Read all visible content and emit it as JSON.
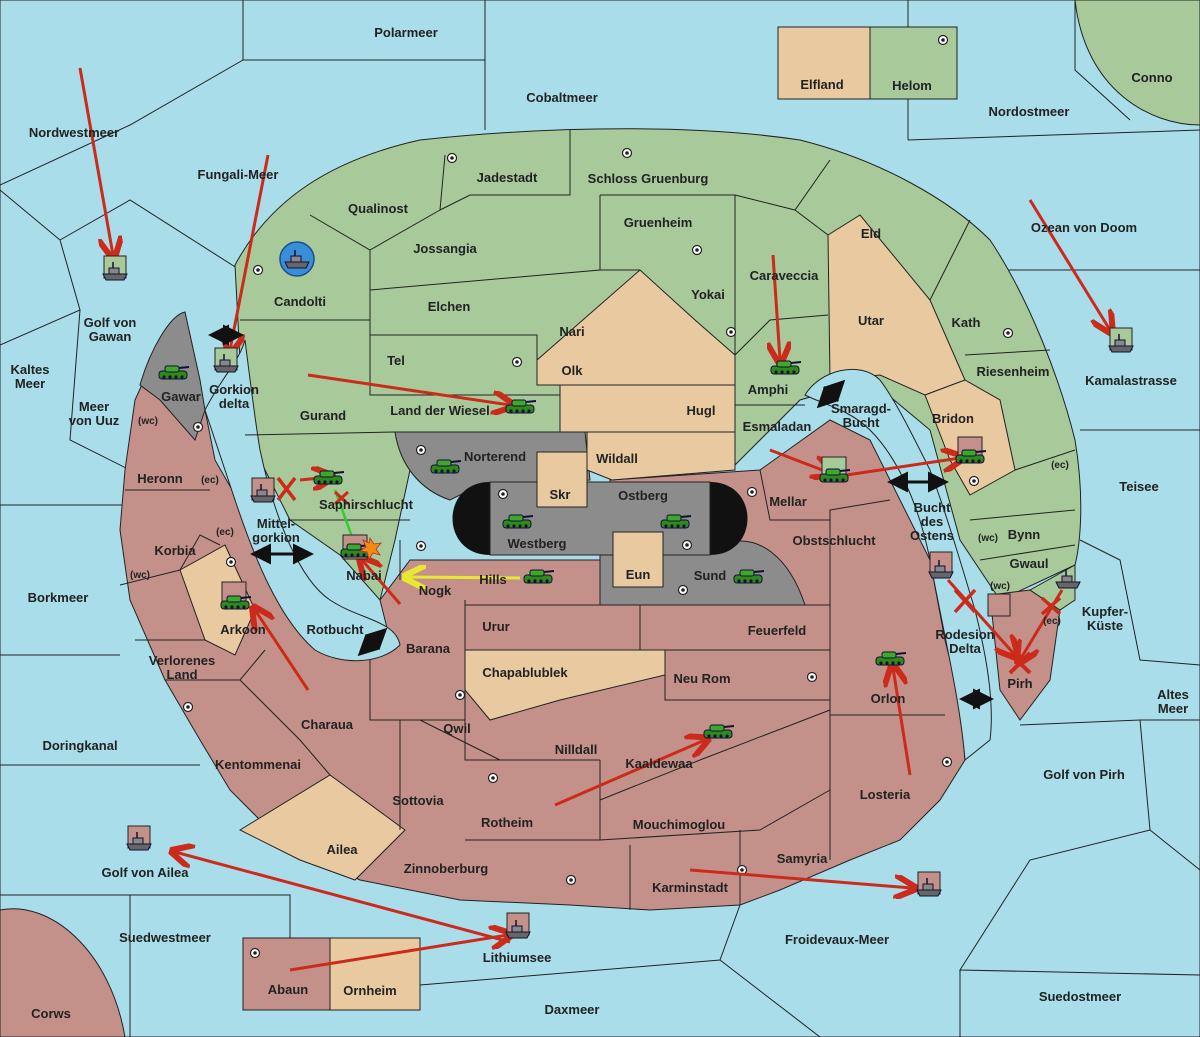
{
  "colors": {
    "sea": "#a8dde9",
    "green_power": "#a8c99a",
    "red_power": "#c4918a",
    "neutral": "#e8c9a0",
    "impassable": "#8c8c8c",
    "order_arrow": "#cc2a1a",
    "support_line": "#33cc33",
    "convoy_line": "#e8e833"
  },
  "seas": {
    "polarmeer": "Polarmeer",
    "cobaltmeer": "Cobaltmeer",
    "nordwestmeer": "Nordwestmeer",
    "fungali_meer": "Fungali-Meer",
    "nordostmeer": "Nordostmeer",
    "conno": "Conno",
    "ozean_von_doom": "Ozean von Doom",
    "golf_von_gawan_1": "Golf von",
    "golf_von_gawan_2": "Gawan",
    "kaltes_meer_1": "Kaltes",
    "kaltes_meer_2": "Meer",
    "meer_von_uuz_1": "Meer",
    "meer_von_uuz_2": "von Uuz",
    "kamalastrasse": "Kamalastrasse",
    "teisee": "Teisee",
    "borkmeer": "Borkmeer",
    "doringkanal": "Doringkanal",
    "altes_meer_1": "Altes",
    "altes_meer_2": "Meer",
    "golf_von_pirh": "Golf von Pirh",
    "golf_von_ailea": "Golf von Ailea",
    "suedwestmeer": "Suedwestmeer",
    "lithiumsee": "Lithiumsee",
    "froidevaux_meer": "Froidevaux-Meer",
    "suedostmeer": "Suedostmeer",
    "daxmeer": "Daxmeer",
    "corws": "Corws",
    "smaragd_bucht_1": "Smaragd-",
    "smaragd_bucht_2": "Bucht",
    "bucht_des_ostens_1": "Bucht",
    "bucht_des_ostens_2": "des",
    "bucht_des_ostens_3": "Ostens",
    "rotbucht": "Rotbucht",
    "mittelgorkion_1": "Mittel-",
    "mittelgorkion_2": "gorkion"
  },
  "lands": {
    "elfland": "Elfland",
    "helom": "Helom",
    "jadestadt": "Jadestadt",
    "schloss_gruenburg": "Schloss Gruenburg",
    "qualinost": "Qualinost",
    "jossangia": "Jossangia",
    "gruenheim": "Gruenheim",
    "eld": "Eld",
    "candolti": "Candolti",
    "elchen": "Elchen",
    "nari": "Nari",
    "yokai": "Yokai",
    "caraveccia": "Caraveccia",
    "utar": "Utar",
    "kath": "Kath",
    "tel": "Tel",
    "olk": "Olk",
    "gurand": "Gurand",
    "land_der_wiesel": "Land der Wiesel",
    "hugl": "Hugl",
    "amphi": "Amphi",
    "riesenheim": "Riesenheim",
    "esmaladan": "Esmaladan",
    "bridon": "Bridon",
    "gawar": "Gawar",
    "gorkion_delta_1": "Gorkion",
    "gorkion_delta_2": "delta",
    "norterend": "Norterend",
    "wildall": "Wildall",
    "skr": "Skr",
    "ostberg": "Ostberg",
    "mellar": "Mellar",
    "heronn": "Heronn",
    "saphirschlucht": "Saphirschlucht",
    "westberg": "Westberg",
    "obstschlucht": "Obstschlucht",
    "korbia": "Korbia",
    "nabai": "Nabai",
    "eun": "Eun",
    "bynn": "Bynn",
    "hills": "Hills",
    "sund": "Sund",
    "gwaul": "Gwaul",
    "nogk": "Nogk",
    "kupferkueste_1": "Kupfer-",
    "kupferkueste_2": "Küste",
    "arkoon": "Arkoon",
    "urur": "Urur",
    "feuerfeld": "Feuerfeld",
    "rodesion_delta_1": "Rodesion",
    "rodesion_delta_2": "Delta",
    "barana": "Barana",
    "verlorenes_land_1": "Verlorenes",
    "verlorenes_land_2": "Land",
    "chapablublek": "Chapablublek",
    "neu_rom": "Neu Rom",
    "orlon": "Orlon",
    "pirh": "Pirh",
    "charaua": "Charaua",
    "qwil": "Qwil",
    "nilldall": "Nilldall",
    "kaaldewaa": "Kaaldewaa",
    "kentommenai": "Kentommenai",
    "losteria": "Losteria",
    "sottovia": "Sottovia",
    "rotheim": "Rotheim",
    "mouchimoglou": "Mouchimoglou",
    "ailea": "Ailea",
    "samyria": "Samyria",
    "zinnoberburg": "Zinnoberburg",
    "karminstadt": "Karminstadt",
    "abaun": "Abaun",
    "ornheim": "Ornheim"
  },
  "coast_tags": {
    "wc": "(wc)",
    "ec": "(ec)"
  },
  "icons": {
    "army": "tank-icon",
    "fleet": "ship-icon",
    "supply_center": "supply-center-dot",
    "destroyed": "red-x-icon",
    "battle": "explosion-icon"
  }
}
